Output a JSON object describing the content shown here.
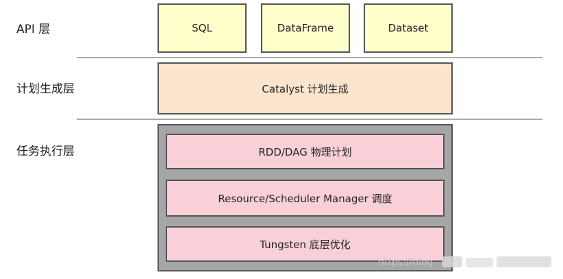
{
  "layers": {
    "api_label": "API 层",
    "plan_label": "计划生成层",
    "exec_label": "任务执行层"
  },
  "api_boxes": [
    "SQL",
    "DataFrame",
    "Dataset"
  ],
  "plan_box": "Catalyst 计划生成",
  "exec_boxes": [
    "RDD/DAG 物理计划",
    "Resource/Scheduler Manager 调度",
    "Tungsten 底层优化"
  ],
  "watermark": "https://blog",
  "colors": {
    "api_fill": "#ffffcc",
    "plan_fill": "#fde4cc",
    "exec_fill": "#f9d0d8",
    "exec_container": "#a6a6a6",
    "divider": "#a9a9a9",
    "border": "#555555"
  }
}
